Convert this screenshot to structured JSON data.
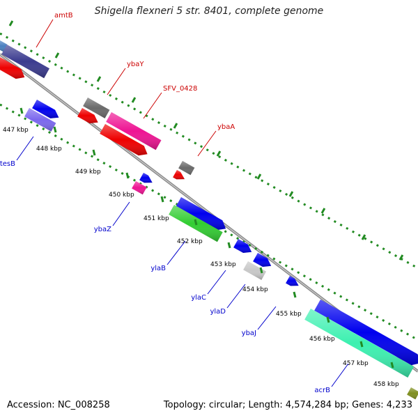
{
  "title": "Shigella flexneri 5 str. 8401, complete genome",
  "footer": {
    "accession": "Accession: NC_008258",
    "summary": "Topology: circular; Length: 4,574,284 bp; Genes: 4,233"
  },
  "colors": {
    "backbone": "#8c8c8c",
    "tick_marks": "#228b22",
    "forward_label": "#cc0000",
    "reverse_label": "#0000cc"
  },
  "ticks": [
    "447 kbp",
    "448 kbp",
    "449 kbp",
    "450 kbp",
    "451 kbp",
    "452 kbp",
    "453 kbp",
    "454 kbp",
    "455 kbp",
    "456 kbp",
    "457 kbp",
    "458 kbp"
  ],
  "genes_forward": [
    {
      "name": "amtB",
      "color": "#cc0000"
    },
    {
      "name": "ybaY",
      "color": "#cc0000"
    },
    {
      "name": "SFV_0428",
      "color": "#cc0000"
    },
    {
      "name": "ybaA",
      "color": "#cc0000"
    }
  ],
  "genes_reverse": [
    {
      "name": "tesB",
      "color": "#0000cc"
    },
    {
      "name": "ybaZ",
      "color": "#0000cc"
    },
    {
      "name": "ylaB",
      "color": "#0000cc"
    },
    {
      "name": "ylaC",
      "color": "#0000cc"
    },
    {
      "name": "ylaD",
      "color": "#0000cc"
    },
    {
      "name": "ybaJ",
      "color": "#0000cc"
    },
    {
      "name": "acrB",
      "color": "#0000cc"
    }
  ]
}
